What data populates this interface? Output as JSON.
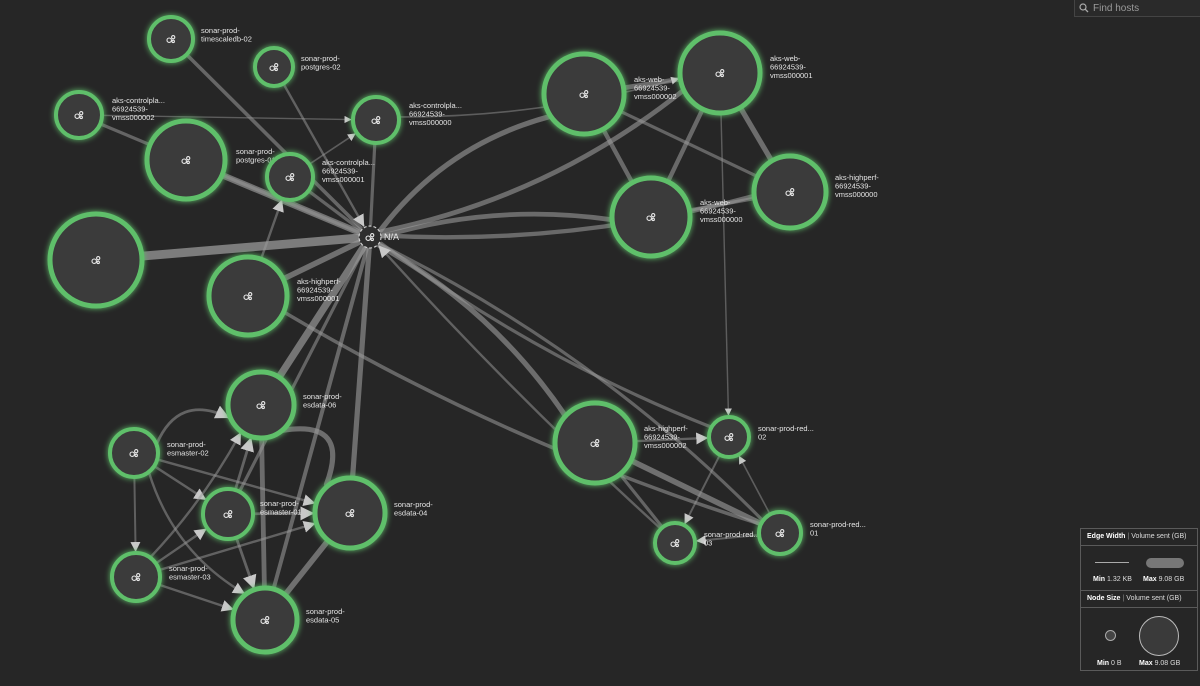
{
  "search": {
    "placeholder": "Find hosts"
  },
  "na_label": "N/A",
  "nodes": [
    {
      "id": "timescaledb",
      "lines": [
        "sonar-prod-",
        "timescaledb-02"
      ]
    },
    {
      "id": "postgres02",
      "lines": [
        "sonar-prod-",
        "postgres-02"
      ]
    },
    {
      "id": "ctrl2",
      "lines": [
        "aks-controlpla...",
        "66924539-",
        "vmss000002"
      ]
    },
    {
      "id": "ctrl0",
      "lines": [
        "aks-controlpla...",
        "66924539-",
        "vmss000000"
      ]
    },
    {
      "id": "postgres01",
      "lines": [
        "sonar-prod-",
        "postgres-01"
      ]
    },
    {
      "id": "ctrl1",
      "lines": [
        "aks-controlpla...",
        "66924539-",
        "vmss000001"
      ]
    },
    {
      "id": "big",
      "lines": []
    },
    {
      "id": "hp1",
      "lines": [
        "aks-highperf-",
        "66924539-",
        "vmss000001"
      ]
    },
    {
      "id": "web2",
      "lines": [
        "aks-web-",
        "66924539-",
        "vmss000002"
      ]
    },
    {
      "id": "web1",
      "lines": [
        "aks-web-",
        "66924539-",
        "vmss000001"
      ]
    },
    {
      "id": "web0",
      "lines": [
        "aks-web-",
        "66924539-",
        "vmss000000"
      ]
    },
    {
      "id": "hp0",
      "lines": [
        "aks-highperf-",
        "66924539-",
        "vmss000000"
      ]
    },
    {
      "id": "es6",
      "lines": [
        "sonar-prod-",
        "esdata-06"
      ]
    },
    {
      "id": "esm2",
      "lines": [
        "sonar-prod-",
        "esmaster-02"
      ]
    },
    {
      "id": "esm1",
      "lines": [
        "sonar-prod-",
        "esmaster-01"
      ]
    },
    {
      "id": "es4",
      "lines": [
        "sonar-prod-",
        "esdata-04"
      ]
    },
    {
      "id": "esm3",
      "lines": [
        "sonar-prod-",
        "esmaster-03"
      ]
    },
    {
      "id": "es5",
      "lines": [
        "sonar-prod-",
        "esdata-05"
      ]
    },
    {
      "id": "hp2",
      "lines": [
        "aks-highperf-",
        "66924539-",
        "vmss000002"
      ]
    },
    {
      "id": "red2",
      "lines": [
        "sonar-prod-red...",
        "02"
      ]
    },
    {
      "id": "red3",
      "lines": [
        "sonar-prod-red...",
        "03"
      ]
    },
    {
      "id": "red1",
      "lines": [
        "sonar-prod-red...",
        "01"
      ]
    }
  ],
  "edges": [
    {
      "from": "timescaledb",
      "to": "na",
      "weight": 0.35
    },
    {
      "from": "postgres02",
      "to": "na",
      "weight": 0.2
    },
    {
      "from": "ctrl2",
      "to": "ctrl0",
      "weight": 0.08
    },
    {
      "from": "ctrl2",
      "to": "na",
      "weight": 0.3
    },
    {
      "from": "ctrl0",
      "to": "na",
      "weight": 0.3
    },
    {
      "from": "postgres01",
      "to": "na",
      "weight": 0.7
    },
    {
      "from": "ctrl1",
      "to": "na",
      "weight": 0.3
    },
    {
      "from": "ctrl1",
      "to": "ctrl0",
      "weight": 0.1
    },
    {
      "from": "big",
      "to": "na",
      "weight": 1.0
    },
    {
      "from": "hp1",
      "to": "na",
      "weight": 0.6
    },
    {
      "from": "hp1",
      "to": "ctrl1",
      "weight": 0.2
    },
    {
      "from": "web2",
      "to": "na",
      "weight": 0.55
    },
    {
      "from": "web1",
      "to": "na",
      "weight": 0.5
    },
    {
      "from": "web0",
      "to": "na",
      "weight": 0.5
    },
    {
      "from": "hp0",
      "to": "na",
      "weight": 0.45
    },
    {
      "from": "web2",
      "to": "web1",
      "weight": 0.5
    },
    {
      "from": "web2",
      "to": "web0",
      "weight": 0.45
    },
    {
      "from": "web2",
      "to": "hp0",
      "weight": 0.3
    },
    {
      "from": "web1",
      "to": "web0",
      "weight": 0.45
    },
    {
      "from": "web1",
      "to": "hp0",
      "weight": 0.55
    },
    {
      "from": "web0",
      "to": "hp0",
      "weight": 0.35
    },
    {
      "from": "web1",
      "to": "red2",
      "weight": 0.08
    },
    {
      "from": "ctrl0",
      "to": "web1",
      "weight": 0.1
    },
    {
      "from": "es6",
      "to": "na",
      "weight": 0.8
    },
    {
      "from": "es4",
      "to": "na",
      "weight": 0.55
    },
    {
      "from": "es5",
      "to": "na",
      "weight": 0.4
    },
    {
      "from": "esm1",
      "to": "na",
      "weight": 0.3
    },
    {
      "from": "esm2",
      "to": "es6",
      "weight": 0.25
    },
    {
      "from": "esm2",
      "to": "esm1",
      "weight": 0.2
    },
    {
      "from": "esm2",
      "to": "es4",
      "weight": 0.2
    },
    {
      "from": "esm2",
      "to": "es5",
      "weight": 0.2
    },
    {
      "from": "esm2",
      "to": "esm3",
      "weight": 0.15
    },
    {
      "from": "esm1",
      "to": "es6",
      "weight": 0.25
    },
    {
      "from": "esm1",
      "to": "es4",
      "weight": 0.25
    },
    {
      "from": "esm1",
      "to": "es5",
      "weight": 0.25
    },
    {
      "from": "esm3",
      "to": "es6",
      "weight": 0.2
    },
    {
      "from": "esm3",
      "to": "esm1",
      "weight": 0.2
    },
    {
      "from": "esm3",
      "to": "es4",
      "weight": 0.2
    },
    {
      "from": "esm3",
      "to": "es5",
      "weight": 0.2
    },
    {
      "from": "es6",
      "to": "es4",
      "weight": 0.55
    },
    {
      "from": "es6",
      "to": "es5",
      "weight": 0.5
    },
    {
      "from": "es4",
      "to": "es5",
      "weight": 0.6
    },
    {
      "from": "hp2",
      "to": "na",
      "weight": 0.55
    },
    {
      "from": "red2",
      "to": "na",
      "weight": 0.3
    },
    {
      "from": "red1",
      "to": "na",
      "weight": 0.3
    },
    {
      "from": "red3",
      "to": "na",
      "weight": 0.2
    },
    {
      "from": "hp2",
      "to": "red1",
      "weight": 0.6
    },
    {
      "from": "hp2",
      "to": "red3",
      "weight": 0.3
    },
    {
      "from": "hp2",
      "to": "red2",
      "weight": 0.2
    },
    {
      "from": "red2",
      "to": "red3",
      "weight": 0.15
    },
    {
      "from": "red1",
      "to": "red3",
      "weight": 0.15
    },
    {
      "from": "red1",
      "to": "red2",
      "weight": 0.1
    },
    {
      "from": "hp1",
      "to": "red1",
      "weight": 0.35
    }
  ],
  "legend": {
    "edge_title": "Edge Width",
    "edge_metric": "Volume sent (GB)",
    "edge_min_label": "Min",
    "edge_min_value": "1.32 KB",
    "edge_max_label": "Max",
    "edge_max_value": "9.08 GB",
    "node_title": "Node Size",
    "node_metric": "Volume sent (GB)",
    "node_min_label": "Min",
    "node_min_value": "0 B",
    "node_max_label": "Max",
    "node_max_value": "9.08 GB"
  },
  "colors": {
    "node_ring": "#5fbf6a",
    "node_fill": "#3a3a3a",
    "edge": "#9a9a9a",
    "background": "#262626"
  }
}
